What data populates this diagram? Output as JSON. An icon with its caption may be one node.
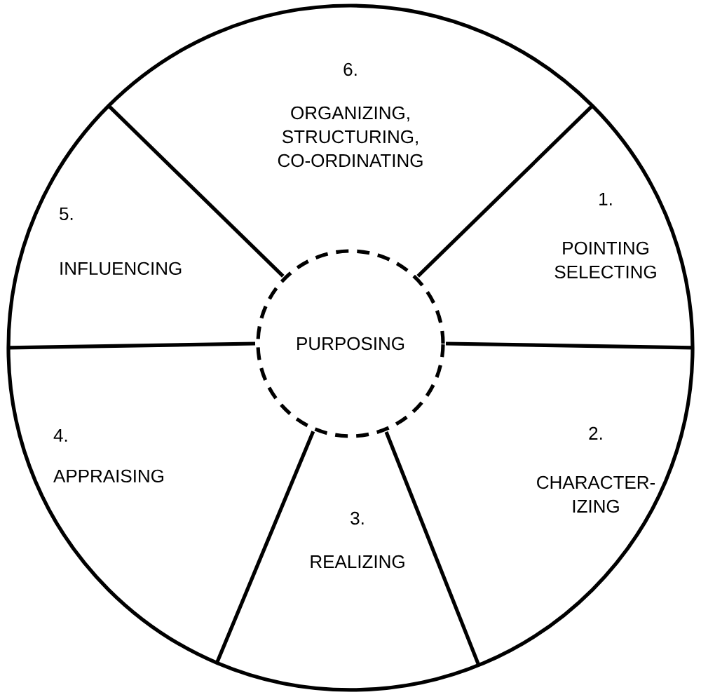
{
  "diagram": {
    "nodes": [
      {
        "text": [],
        "shape": "circle"
      },
      {
        "text": [
          "PURPOSING"
        ],
        "in": 0
      },
      {
        "text": [
          "1.",
          "POINTING SELECTING"
        ],
        "in": 0
      },
      {
        "text": [
          "2.",
          "CHARACTER- IZING"
        ],
        "in": 0
      },
      {
        "text": [
          "3.",
          "REALIZING"
        ],
        "in": 0
      },
      {
        "text": [
          "4.",
          "APPRAISING"
        ],
        "in": 0
      },
      {
        "text": [
          "5.",
          "INFLUENCING"
        ],
        "in": 0
      },
      {
        "text": [
          "6.",
          "ORGANIZING, STRUCTURING, CO-ORDINATING"
        ],
        "in": 0
      }
    ]
  }
}
